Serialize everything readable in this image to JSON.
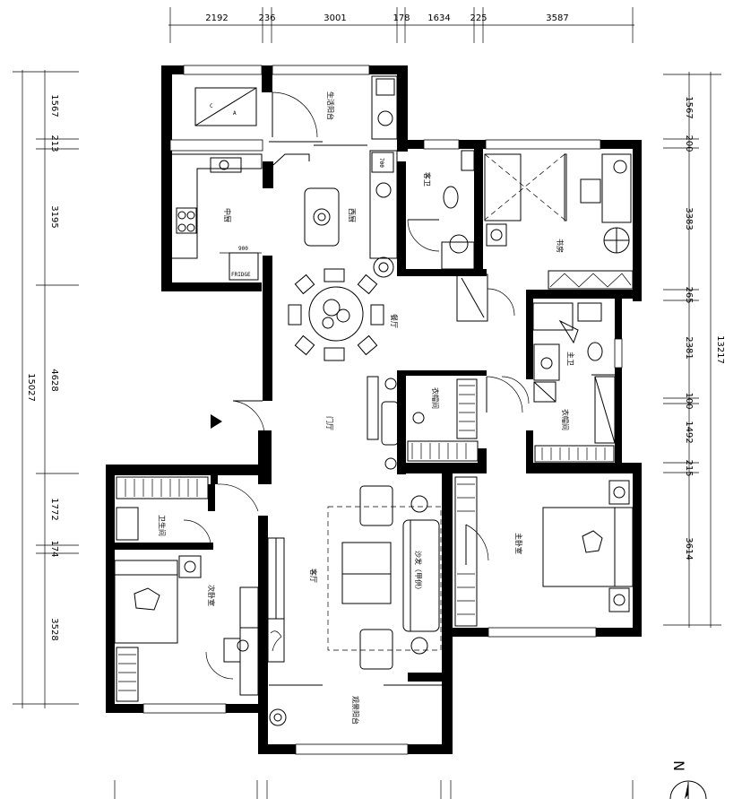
{
  "dimensions": {
    "top": [
      "2192",
      "236",
      "3001",
      "178",
      "1634",
      "225",
      "3587"
    ],
    "left": [
      "1567",
      "213",
      "3195",
      "4628",
      "1772",
      "174",
      "3528"
    ],
    "left_total": "15027",
    "right": [
      "1567",
      "200",
      "3383",
      "265",
      "2381",
      "100",
      "1492",
      "215",
      "3614"
    ],
    "right_total": "13217"
  },
  "rooms": {
    "living_balcony": "生活阳台",
    "chinese_kitchen": "中厨",
    "western_kitchen": "西厨",
    "guest_bath": "客卫",
    "study": "书房",
    "dining": "餐厅",
    "master_bath": "主卫",
    "closet_a": "衣帽间",
    "closet_b": "衣帽间",
    "foyer": "门厅",
    "bath": "卫生间",
    "second_bedroom": "次卧室",
    "living_room": "客厅",
    "sofa_note": "沙发（甲供）",
    "master_bedroom": "主卧室",
    "view_balcony": "观景阳台"
  },
  "labels": {
    "fridge": "FRIDGE",
    "cabinet_900": "900",
    "appliance_700": "700",
    "north": "N"
  }
}
